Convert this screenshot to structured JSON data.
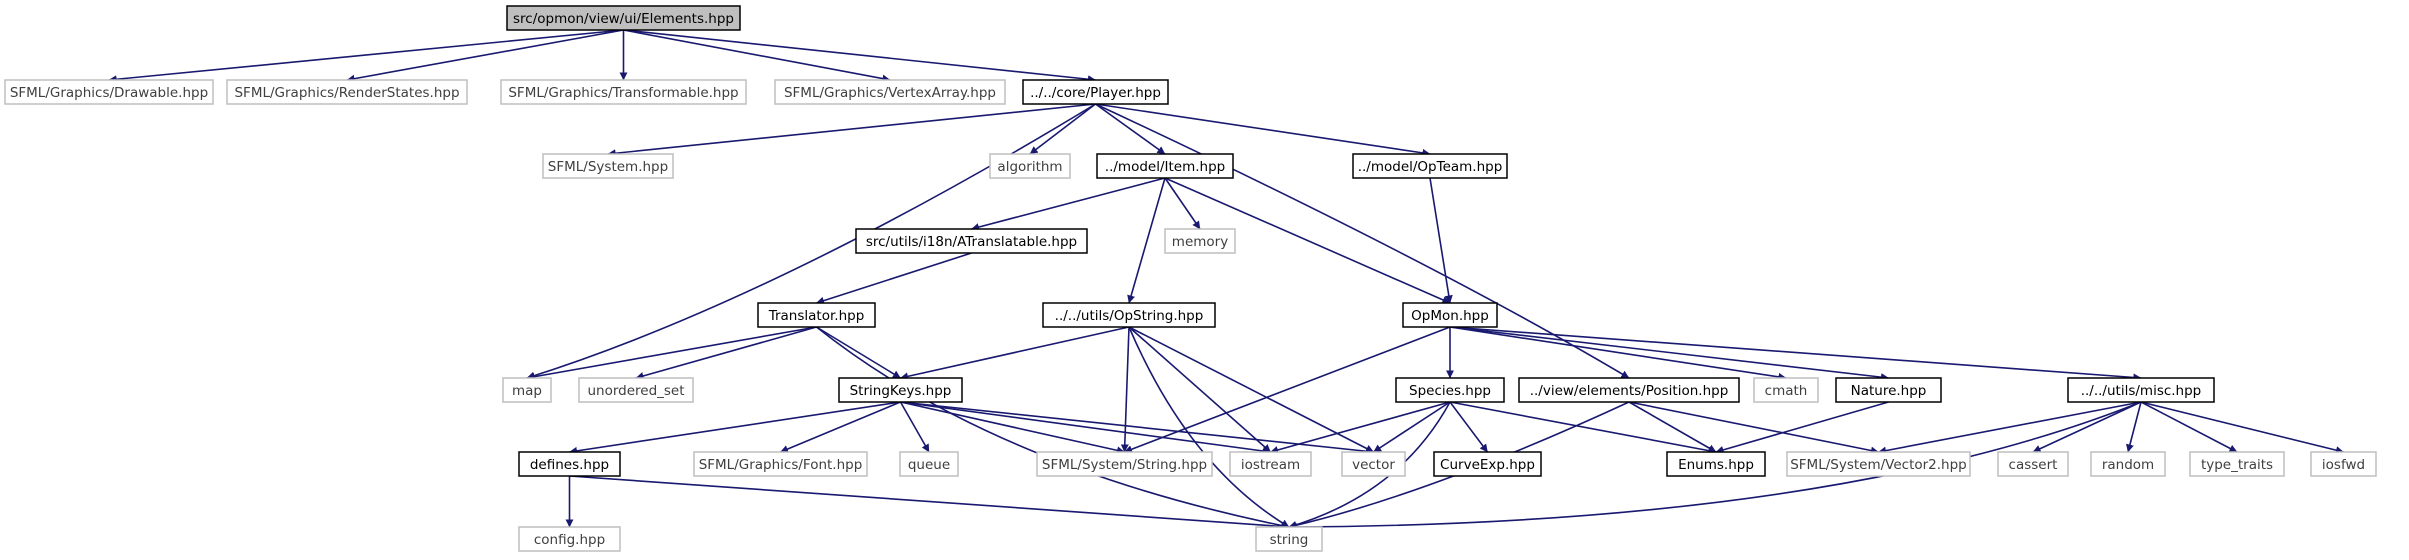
{
  "colors": {
    "edge": "#191970",
    "root_fill": "#bfbfbf",
    "node_fill": "#ffffff",
    "node_stroke": "#000000",
    "external_stroke": "#bfbfbf",
    "external_text": "#3f3f3f",
    "text": "#000000"
  },
  "graph": {
    "nodes": [
      {
        "id": "root",
        "label": "src/opmon/view/ui/Elements.hpp",
        "kind": "root"
      },
      {
        "id": "drawable",
        "label": "SFML/Graphics/Drawable.hpp",
        "kind": "external"
      },
      {
        "id": "renderstates",
        "label": "SFML/Graphics/RenderStates.hpp",
        "kind": "external"
      },
      {
        "id": "transformable",
        "label": "SFML/Graphics/Transformable.hpp",
        "kind": "external"
      },
      {
        "id": "vertexarray",
        "label": "SFML/Graphics/VertexArray.hpp",
        "kind": "external"
      },
      {
        "id": "player",
        "label": "../../core/Player.hpp",
        "kind": "internal"
      },
      {
        "id": "sfsystem",
        "label": "SFML/System.hpp",
        "kind": "external"
      },
      {
        "id": "algorithm",
        "label": "algorithm",
        "kind": "external"
      },
      {
        "id": "item",
        "label": "../model/Item.hpp",
        "kind": "internal"
      },
      {
        "id": "opteam",
        "label": "../model/OpTeam.hpp",
        "kind": "internal"
      },
      {
        "id": "atranslatable",
        "label": "src/utils/i18n/ATranslatable.hpp",
        "kind": "internal"
      },
      {
        "id": "memory",
        "label": "memory",
        "kind": "external"
      },
      {
        "id": "translator",
        "label": "Translator.hpp",
        "kind": "internal"
      },
      {
        "id": "opstring",
        "label": "../../utils/OpString.hpp",
        "kind": "internal"
      },
      {
        "id": "opmon",
        "label": "OpMon.hpp",
        "kind": "internal"
      },
      {
        "id": "map",
        "label": "map",
        "kind": "external"
      },
      {
        "id": "unordered_set",
        "label": "unordered_set",
        "kind": "external"
      },
      {
        "id": "stringkeys",
        "label": "StringKeys.hpp",
        "kind": "internal"
      },
      {
        "id": "species",
        "label": "Species.hpp",
        "kind": "internal"
      },
      {
        "id": "position",
        "label": "../view/elements/Position.hpp",
        "kind": "internal"
      },
      {
        "id": "cmath",
        "label": "cmath",
        "kind": "external"
      },
      {
        "id": "nature",
        "label": "Nature.hpp",
        "kind": "internal"
      },
      {
        "id": "misc",
        "label": "../../utils/misc.hpp",
        "kind": "internal"
      },
      {
        "id": "defines",
        "label": "defines.hpp",
        "kind": "internal"
      },
      {
        "id": "sffont",
        "label": "SFML/Graphics/Font.hpp",
        "kind": "external"
      },
      {
        "id": "queue",
        "label": "queue",
        "kind": "external"
      },
      {
        "id": "sfstring",
        "label": "SFML/System/String.hpp",
        "kind": "external"
      },
      {
        "id": "iostream",
        "label": "iostream",
        "kind": "external"
      },
      {
        "id": "vector",
        "label": "vector",
        "kind": "external"
      },
      {
        "id": "curveexp",
        "label": "CurveExp.hpp",
        "kind": "internal"
      },
      {
        "id": "enums",
        "label": "Enums.hpp",
        "kind": "internal"
      },
      {
        "id": "sfvector2",
        "label": "SFML/System/Vector2.hpp",
        "kind": "external"
      },
      {
        "id": "cassert",
        "label": "cassert",
        "kind": "external"
      },
      {
        "id": "random",
        "label": "random",
        "kind": "external"
      },
      {
        "id": "type_traits",
        "label": "type_traits",
        "kind": "external"
      },
      {
        "id": "iosfwd",
        "label": "iosfwd",
        "kind": "external"
      },
      {
        "id": "config",
        "label": "config.hpp",
        "kind": "external"
      },
      {
        "id": "string",
        "label": "string",
        "kind": "external"
      }
    ],
    "edges": [
      [
        "root",
        "drawable"
      ],
      [
        "root",
        "renderstates"
      ],
      [
        "root",
        "transformable"
      ],
      [
        "root",
        "vertexarray"
      ],
      [
        "root",
        "player"
      ],
      [
        "player",
        "sfsystem"
      ],
      [
        "player",
        "algorithm"
      ],
      [
        "player",
        "item"
      ],
      [
        "player",
        "opteam"
      ],
      [
        "player",
        "map"
      ],
      [
        "player",
        "position"
      ],
      [
        "item",
        "atranslatable"
      ],
      [
        "item",
        "memory"
      ],
      [
        "item",
        "opstring"
      ],
      [
        "item",
        "opmon"
      ],
      [
        "opteam",
        "opmon"
      ],
      [
        "atranslatable",
        "translator"
      ],
      [
        "translator",
        "map"
      ],
      [
        "translator",
        "unordered_set"
      ],
      [
        "translator",
        "stringkeys"
      ],
      [
        "translator",
        "string"
      ],
      [
        "opstring",
        "stringkeys"
      ],
      [
        "opstring",
        "sfstring"
      ],
      [
        "opstring",
        "iostream"
      ],
      [
        "opstring",
        "vector"
      ],
      [
        "opstring",
        "string"
      ],
      [
        "opmon",
        "species"
      ],
      [
        "opmon",
        "cmath"
      ],
      [
        "opmon",
        "nature"
      ],
      [
        "opmon",
        "misc"
      ],
      [
        "opmon",
        "sfstring"
      ],
      [
        "stringkeys",
        "defines"
      ],
      [
        "stringkeys",
        "sffont"
      ],
      [
        "stringkeys",
        "queue"
      ],
      [
        "stringkeys",
        "sfstring"
      ],
      [
        "stringkeys",
        "iostream"
      ],
      [
        "stringkeys",
        "vector"
      ],
      [
        "species",
        "iostream"
      ],
      [
        "species",
        "vector"
      ],
      [
        "species",
        "curveexp"
      ],
      [
        "species",
        "enums"
      ],
      [
        "species",
        "string"
      ],
      [
        "position",
        "enums"
      ],
      [
        "position",
        "sfvector2"
      ],
      [
        "position",
        "string"
      ],
      [
        "nature",
        "enums"
      ],
      [
        "misc",
        "sfvector2"
      ],
      [
        "misc",
        "cassert"
      ],
      [
        "misc",
        "random"
      ],
      [
        "misc",
        "type_traits"
      ],
      [
        "misc",
        "iosfwd"
      ],
      [
        "misc",
        "string"
      ],
      [
        "defines",
        "config"
      ],
      [
        "defines",
        "string"
      ]
    ]
  }
}
